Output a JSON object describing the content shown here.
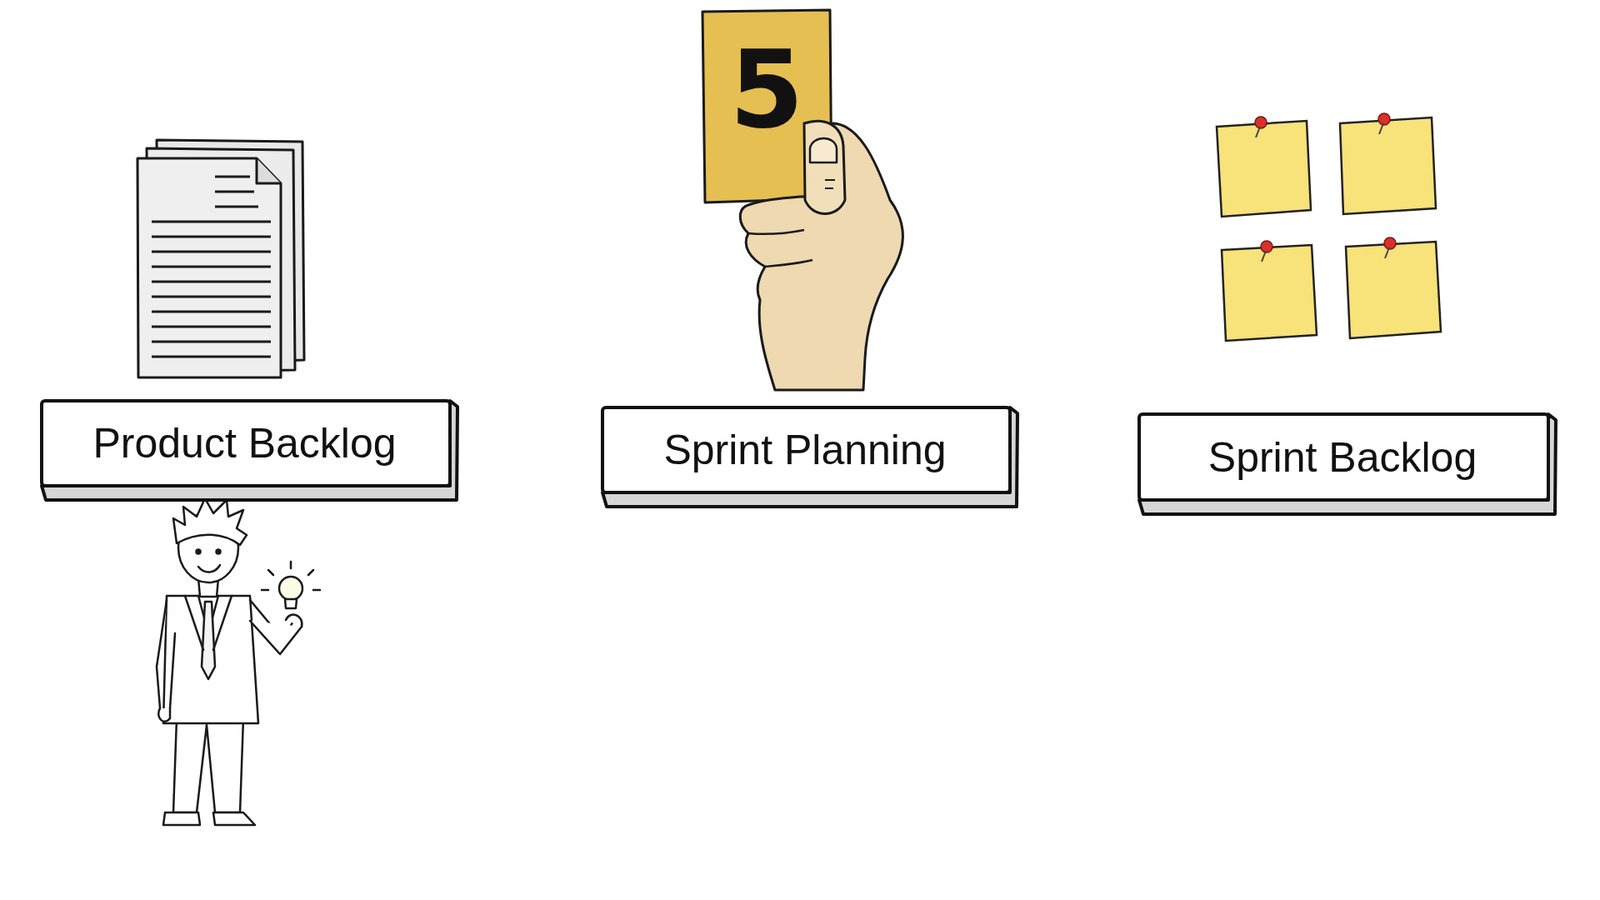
{
  "diagram": {
    "nodes": [
      {
        "text": [
          "Product Backlog"
        ]
      },
      {
        "text": [
          "Sprint Planning"
        ]
      },
      {
        "text": [
          "Sprint Backlog"
        ]
      }
    ],
    "labels": [
      "5"
    ]
  }
}
